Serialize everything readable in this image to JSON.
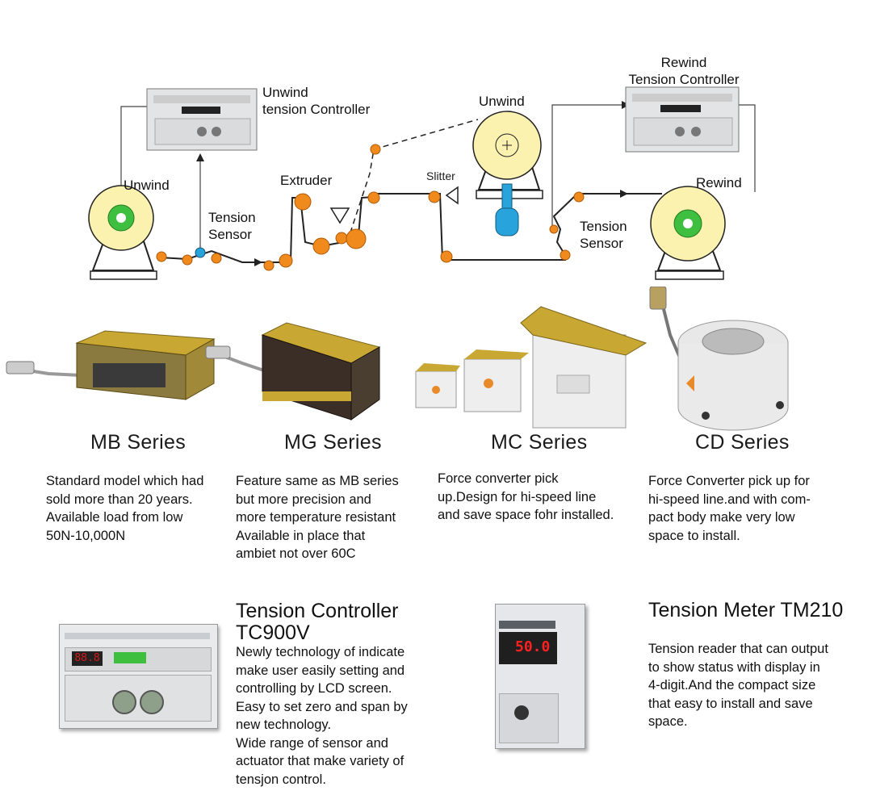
{
  "diagram": {
    "unwind_controller_label": "Unwind\ntension Controller",
    "unwind_left_label": "Unwind",
    "tension_sensor_left_label": "Tension\nSensor",
    "extruder_label": "Extruder",
    "slitter_label": "Slitter",
    "unwind_top_label": "Unwind",
    "rewind_controller_label": "Rewind\nTension Controller",
    "rewind_label": "Rewind",
    "tension_sensor_right_label": "Tension\nSensor"
  },
  "series": [
    {
      "name": "MB Series",
      "description": "Standard model which had\nsold more than 20 years.\nAvailable load from low\n50N-10,000N"
    },
    {
      "name": "MG Series",
      "description": "Feature same as MB series\nbut more precision and\nmore temperature resistant\nAvailable in place that\nambiet not over 60C"
    },
    {
      "name": "MC Series",
      "description": "Force converter pick\nup.Design for hi-speed line\nand save space fohr installed."
    },
    {
      "name": "CD Series",
      "description": "Force Converter pick up for\nhi-speed line.and with com-\npact body make very low\nspace to install."
    }
  ],
  "products": {
    "controller": {
      "title": "Tension Controller\nTC900V",
      "description": "Newly technology of indicate\nmake user easily setting and\ncontrolling by LCD screen.\nEasy to set zero and span by\nnew technology.\nWide range of sensor and\nactuator that make variety of\ntensjon control.",
      "display_value": "88.8"
    },
    "meter": {
      "title": "Tension Meter TM210",
      "description": "Tension reader that can output\nto show status with display in\n4-digit.And the compact size\nthat easy to install and save\nspace.",
      "display_value": "50.0"
    }
  },
  "colors": {
    "roller": "#f08a1c",
    "sensor": "#29a3dc",
    "reel": "#fbf2b0",
    "hub": "#3fbf3f",
    "brass": "#c8a732",
    "display": "#d81818"
  }
}
